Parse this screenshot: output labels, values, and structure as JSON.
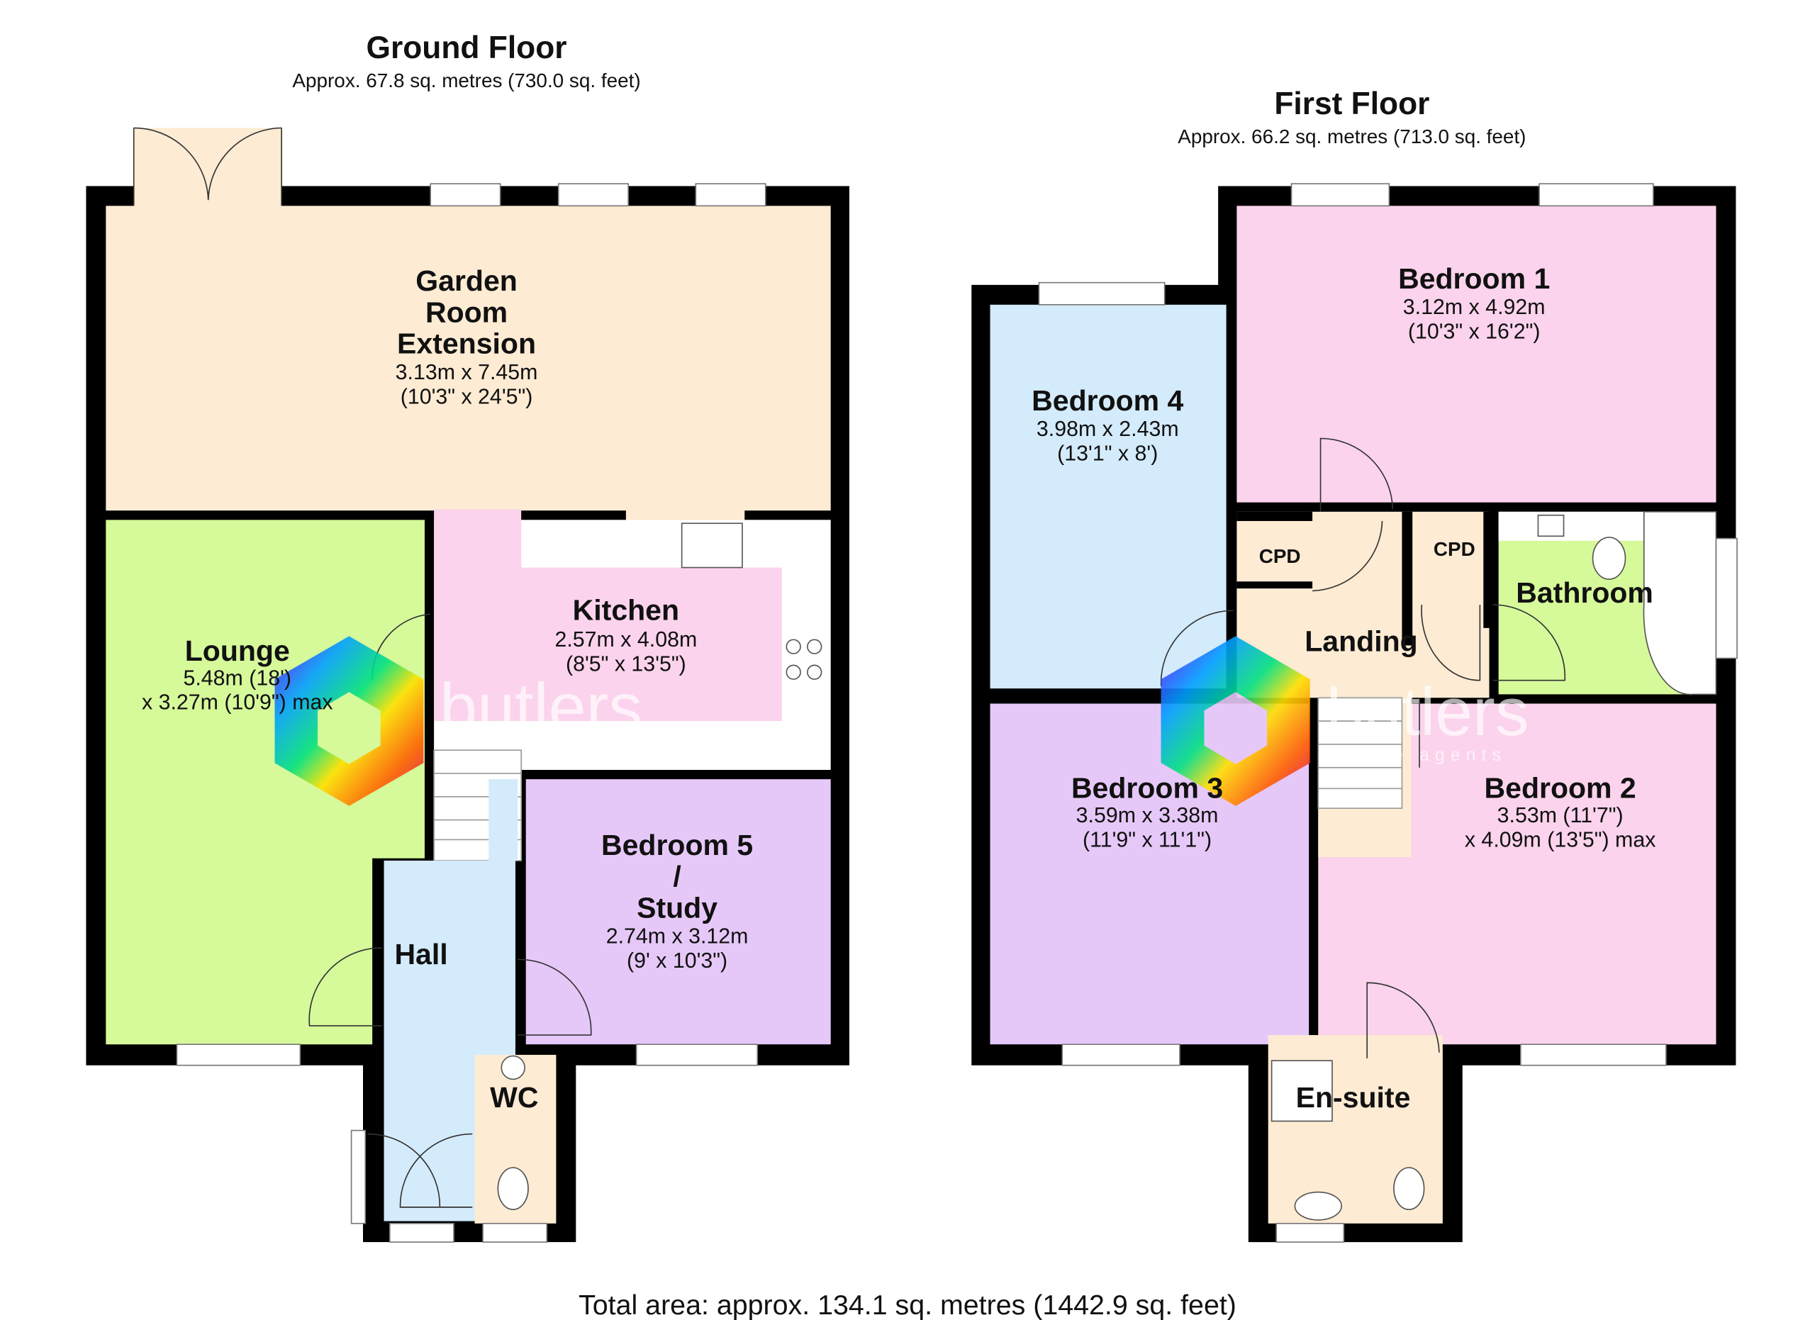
{
  "ground_floor": {
    "title": "Ground Floor",
    "area": "Approx. 67.8 sq. metres (730.0 sq. feet)",
    "rooms": {
      "garden": {
        "l1": "Garden",
        "l2": "Room",
        "l3": "Extension",
        "d1": "3.13m x 7.45m",
        "d2": "(10'3\" x 24'5\")"
      },
      "lounge": {
        "name": "Lounge",
        "d1": "5.48m (18')",
        "d2": "x 3.27m (10'9\") max"
      },
      "kitchen": {
        "name": "Kitchen",
        "d1": "2.57m x 4.08m",
        "d2": "(8'5\" x 13'5\")"
      },
      "bedroom5": {
        "l1": "Bedroom 5",
        "l2": "/",
        "l3": "Study",
        "d1": "2.74m x 3.12m",
        "d2": "(9' x 10'3\")"
      },
      "hall": {
        "name": "Hall"
      },
      "wc": {
        "name": "WC"
      }
    }
  },
  "first_floor": {
    "title": "First Floor",
    "area": "Approx. 66.2 sq. metres (713.0 sq. feet)",
    "rooms": {
      "bedroom1": {
        "name": "Bedroom 1",
        "d1": "3.12m x 4.92m",
        "d2": "(10'3\" x 16'2\")"
      },
      "bedroom4": {
        "name": "Bedroom 4",
        "d1": "3.98m x 2.43m",
        "d2": "(13'1\" x 8')"
      },
      "cpd_left": {
        "name": "CPD"
      },
      "cpd_right": {
        "name": "CPD"
      },
      "bathroom": {
        "name": "Bathroom"
      },
      "landing": {
        "name": "Landing"
      },
      "bedroom3": {
        "name": "Bedroom 3",
        "d1": "3.59m x 3.38m",
        "d2": "(11'9\" x 11'1\")"
      },
      "bedroom2": {
        "name": "Bedroom 2",
        "d1": "3.53m (11'7\")",
        "d2": "x 4.09m (13'5\") max"
      },
      "ensuite": {
        "name": "En-suite"
      }
    }
  },
  "total_area": "Total area: approx. 134.1 sq. metres (1442.9 sq. feet)",
  "watermark": {
    "brand": "butlers",
    "tagline": "estate agents"
  },
  "colors": {
    "wall": "#000000",
    "cream": "#fdebd3",
    "green": "#d6f99a",
    "pink": "#fbd3ec",
    "blue": "#d4ebfb",
    "lilac": "#e6c8f8"
  }
}
